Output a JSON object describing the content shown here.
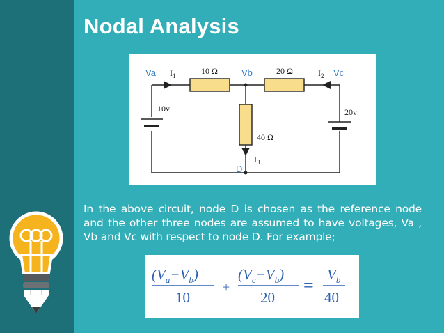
{
  "slide": {
    "title": "Nodal Analysis",
    "description": "In the above circuit, node D is chosen as the reference node and the other three nodes are assumed to have voltages, Va , Vb and  Vc with respect to node D. For example;"
  },
  "colors": {
    "background": "#31aeb7",
    "sidebar": "#1d6f78",
    "bulb_yellow": "#f5b41e",
    "equation_blue": "#2f62b3",
    "node_label_blue": "#3b7fc4",
    "resistor_fill": "#f7dd8c"
  },
  "circuit": {
    "node_a": "Va",
    "node_b": "Vb",
    "node_c": "Vc",
    "node_d": "D",
    "current_1": "I",
    "current_1_sub": "1",
    "current_2": "I",
    "current_2_sub": "2",
    "current_3": "I",
    "current_3_sub": "3",
    "r1": "10 Ω",
    "r2": "20 Ω",
    "r3": "40 Ω",
    "source_left": "10v",
    "source_right": "20v"
  },
  "equation": {
    "term1_num": "(V",
    "term1_num_sub_a": "a",
    "term1_num_mid": "−V",
    "term1_num_sub_b": "b",
    "term1_num_close": ")",
    "term1_den": "10",
    "plus": "+",
    "term2_num": "(V",
    "term2_num_sub_c": "c",
    "term2_num_mid": "−V",
    "term2_num_sub_b": "b",
    "term2_num_close": ")",
    "term2_den": "20",
    "equals": "=",
    "rhs_num": "V",
    "rhs_num_sub": "b",
    "rhs_den": "40"
  }
}
